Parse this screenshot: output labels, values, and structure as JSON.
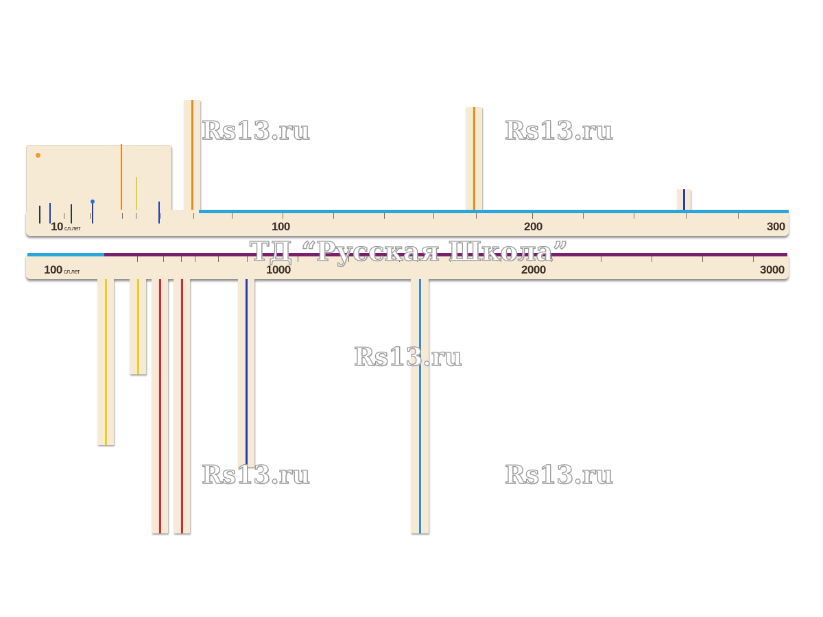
{
  "ruler_top": {
    "labels": [
      {
        "value": "10",
        "unit": "сл.лет"
      },
      {
        "value": "100",
        "unit": ""
      },
      {
        "value": "200",
        "unit": ""
      },
      {
        "value": "300",
        "unit": ""
      }
    ],
    "band_color": "#2aa6dc"
  },
  "ruler_bottom": {
    "labels": [
      {
        "value": "100",
        "unit": "сл.лет"
      },
      {
        "value": "1000",
        "unit": ""
      },
      {
        "value": "2000",
        "unit": ""
      },
      {
        "value": "3000",
        "unit": ""
      }
    ],
    "band_colors": [
      "#2aa6dc",
      "#7a1e6e"
    ]
  },
  "strip_colors": {
    "orange": "#e88a1a",
    "yellow": "#e6d21e",
    "red": "#e0243a",
    "blue": "#1f3fae",
    "light_blue": "#2e8fd6"
  },
  "watermarks": {
    "site": "Rs13.ru",
    "publisher": "ТД “Русская Школа”"
  }
}
